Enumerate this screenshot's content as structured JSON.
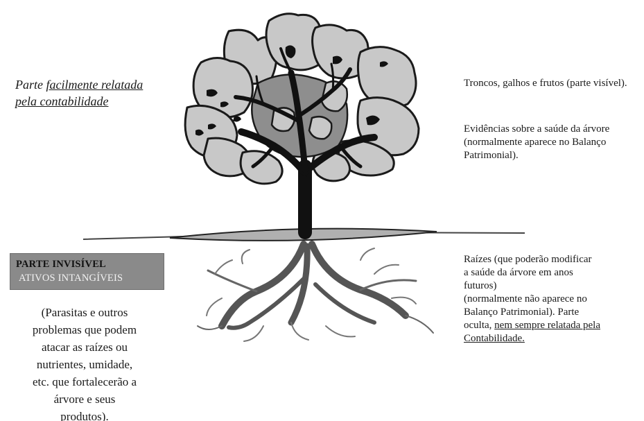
{
  "left_top": {
    "prefix": "Parte ",
    "underlined": "facilmente relatada pela contabilidade"
  },
  "box": {
    "line1": "PARTE INVISÍVEL",
    "line2": "ATIVOS INTANGÍVEIS"
  },
  "left_bottom": {
    "lines": [
      "(Parasitas e outros",
      "problemas que podem",
      "atacar as raízes ou",
      "nutrientes, umidade,",
      "etc. que fortalecerão a",
      "árvore e seus",
      "produtos)."
    ]
  },
  "right": {
    "block1": "Troncos, galhos e frutos (parte visível).",
    "block2": "Evidências sobre a saúde da árvore (normalmente aparece no Balanço Patrimonial).",
    "block3_plain_lines": [
      "Raízes (que poderão modificar",
      "a saúde da árvore em anos",
      "futuros)",
      "(normalmente não aparece no",
      "Balanço Patrimonial). Parte"
    ],
    "block3_tail_prefix": "oculta, ",
    "block3_underlined": "nem sempre relatada pela Contabilidade."
  },
  "colors": {
    "canopy_fill": "#c8c8c8",
    "inner_fill": "#8e8e8e",
    "trunk": "#111111",
    "roots": "#555555",
    "box_bg": "#8a8a8a"
  }
}
